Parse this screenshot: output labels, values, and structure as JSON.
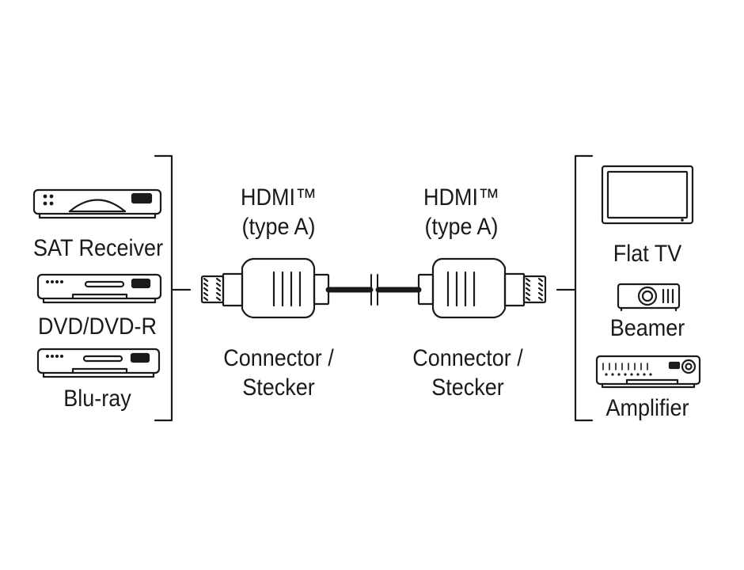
{
  "left_devices": [
    {
      "label": "SAT Receiver",
      "icon": "sat-receiver-icon"
    },
    {
      "label": "DVD/DVD-R",
      "icon": "dvd-player-icon"
    },
    {
      "label": "Blu-ray",
      "icon": "bluray-player-icon"
    }
  ],
  "right_devices": [
    {
      "label": "Flat TV",
      "icon": "flat-tv-icon"
    },
    {
      "label": "Beamer",
      "icon": "projector-icon"
    },
    {
      "label": "Amplifier",
      "icon": "amplifier-icon"
    }
  ],
  "connectors": [
    {
      "type_line1": "HDMI™",
      "type_line2": "(type A)",
      "name_line1": "Connector /",
      "name_line2": "Stecker"
    },
    {
      "type_line1": "HDMI™",
      "type_line2": "(type A)",
      "name_line1": "Connector /",
      "name_line2": "Stecker"
    }
  ],
  "colors": {
    "stroke": "#1a1a1a",
    "background": "#ffffff"
  }
}
